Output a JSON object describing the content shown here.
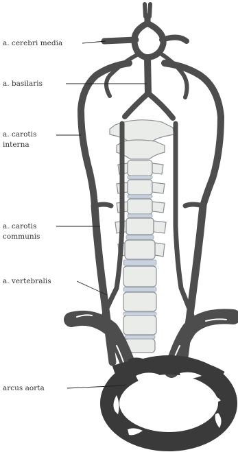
{
  "labels": {
    "cerebri_media": "a. cerebri media",
    "basilaris": "a. basilaris",
    "carotis_interna_1": "a. carotis",
    "carotis_interna_2": "interna",
    "carotis_communis_1": "a. carotis",
    "carotis_communis_2": "communis",
    "vertebralis": "a. vertebralis",
    "arcus_aorta": "arcus aorta"
  },
  "colors": {
    "vessel": "#4d4d4d",
    "vessel_dark": "#3a3a3a",
    "bone": "#e9ece8",
    "bone_stroke": "#8c9094",
    "disc": "#c9d3df",
    "leader": "#222222"
  }
}
